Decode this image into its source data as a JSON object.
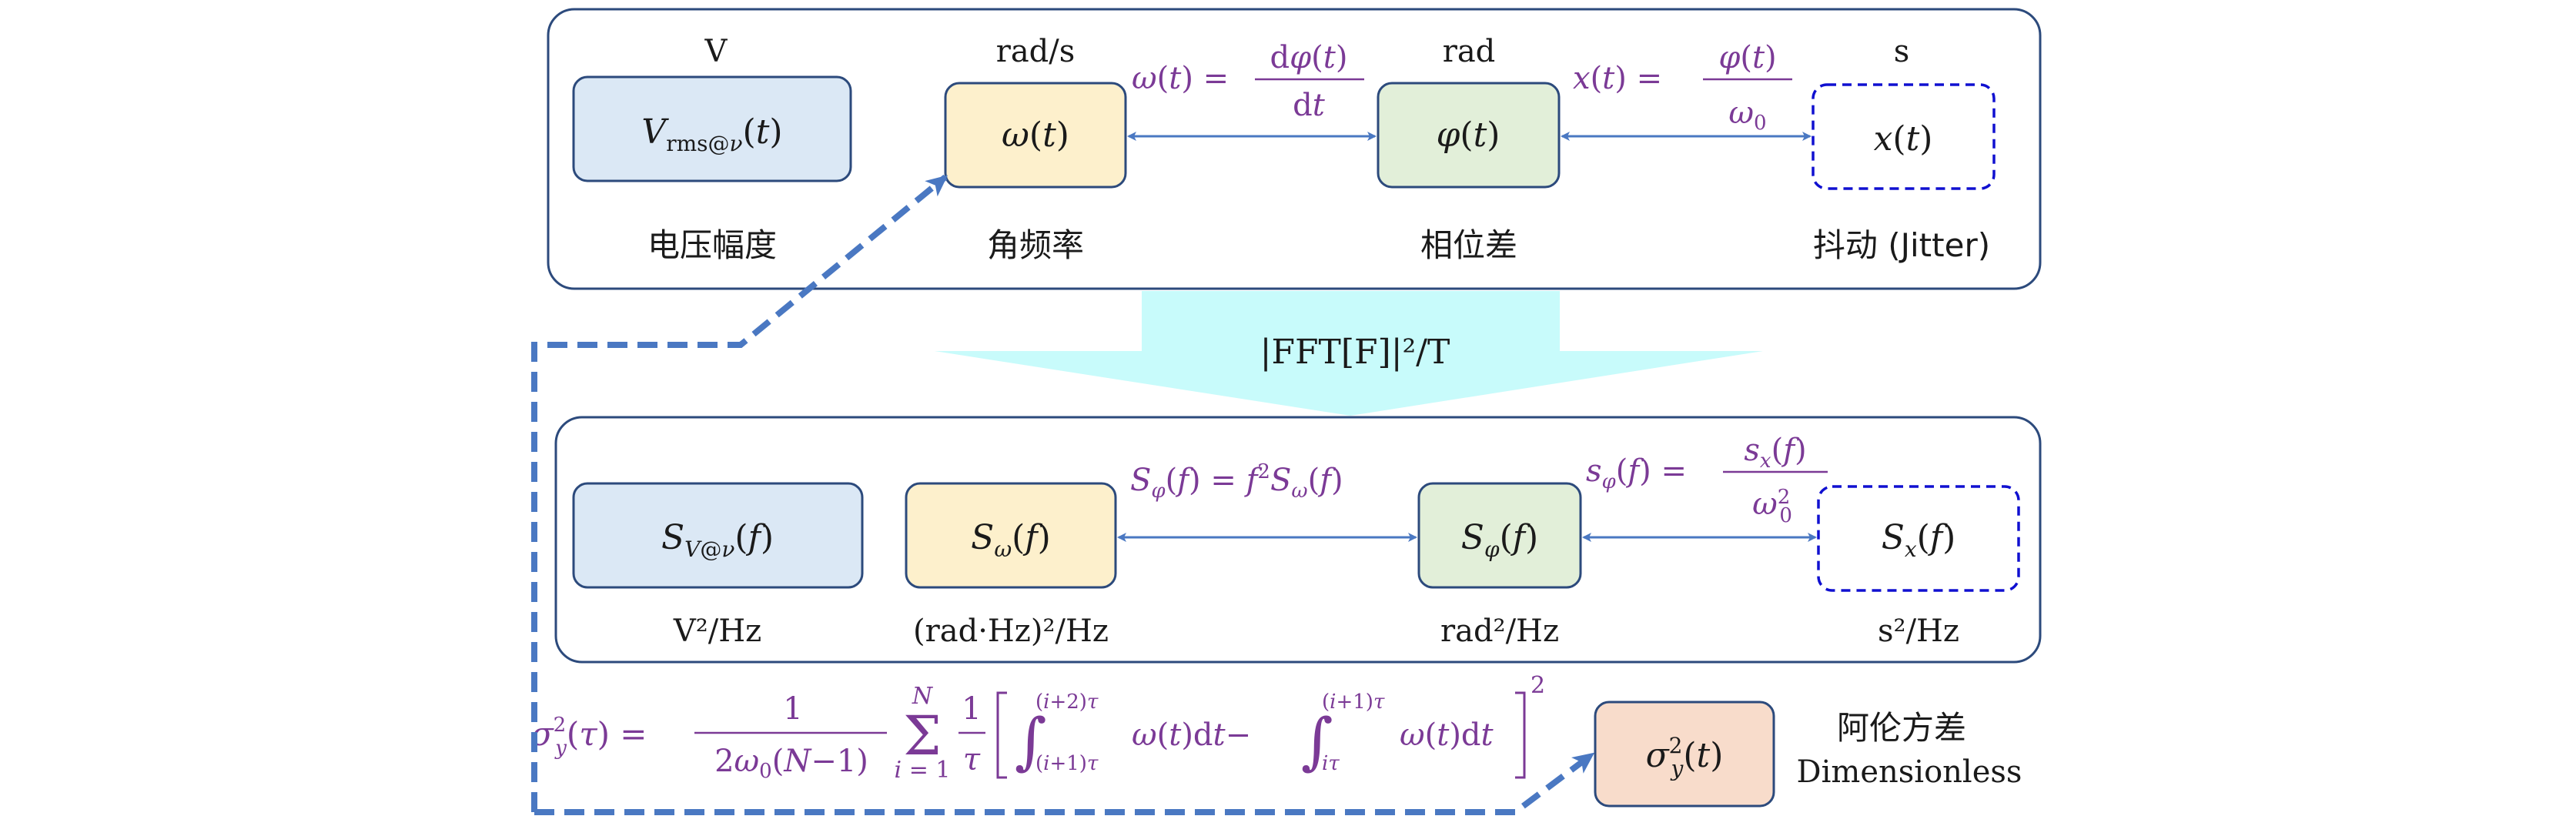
{
  "top_panel": {
    "units": {
      "voltage": "V",
      "angular_frequency": "rad/s",
      "phase": "rad",
      "jitter": "s"
    },
    "boxes": {
      "voltage": "V_rms@ν(t)",
      "angular_frequency": "ω(t)",
      "phase": "φ(t)",
      "jitter": "x(t)"
    },
    "captions": {
      "voltage": "电压幅度",
      "angular_frequency": "角频率",
      "phase": "相位差",
      "jitter": "抖动 (Jitter)"
    },
    "relations": {
      "omega_phi": "ω(t) = dφ(t)/dt",
      "phi_x": "x(t) = φ(t)/ω0"
    }
  },
  "transform_label": "|FFT[F]|²/T",
  "bottom_panel": {
    "boxes": {
      "voltage": "S_V@ν(f)",
      "angular_frequency": "S_ω(f)",
      "phase": "S_φ(f)",
      "jitter": "S_x(f)"
    },
    "units": {
      "voltage": "V²/Hz",
      "angular_frequency": "(rad·Hz)²/Hz",
      "phase": "rad²/Hz",
      "jitter": "s²/Hz"
    },
    "relations": {
      "omega_phi": "S_φ(f) = f²S_ω(f)",
      "phi_x": "s_φ(f) = s_x(f)/ω0²"
    }
  },
  "allan": {
    "formula": "σ_y²(τ) = 1/(2ω0(N−1)) Σ_{i=1}^{N} (1/τ)[∫_{(i+1)τ}^{(i+2)τ} ω(t)dt − ∫_{iτ}^{(i+1)τ} ω(t)dt]²",
    "box": "σ_y²(t)",
    "caption_cn": "阿伦方差",
    "caption_en": "Dimensionless"
  },
  "colors": {
    "panel_border": "#2c4a7c",
    "blue_fill": "#dbe8f5",
    "yellow_fill": "#fdf0cc",
    "green_fill": "#e2efd9",
    "peach_fill": "#f8dccb",
    "arrow": "#4a78c2",
    "dashed_box": "#1010d0",
    "math_purple": "#7b3a96",
    "fft_cyan": "#c8fbfb"
  }
}
